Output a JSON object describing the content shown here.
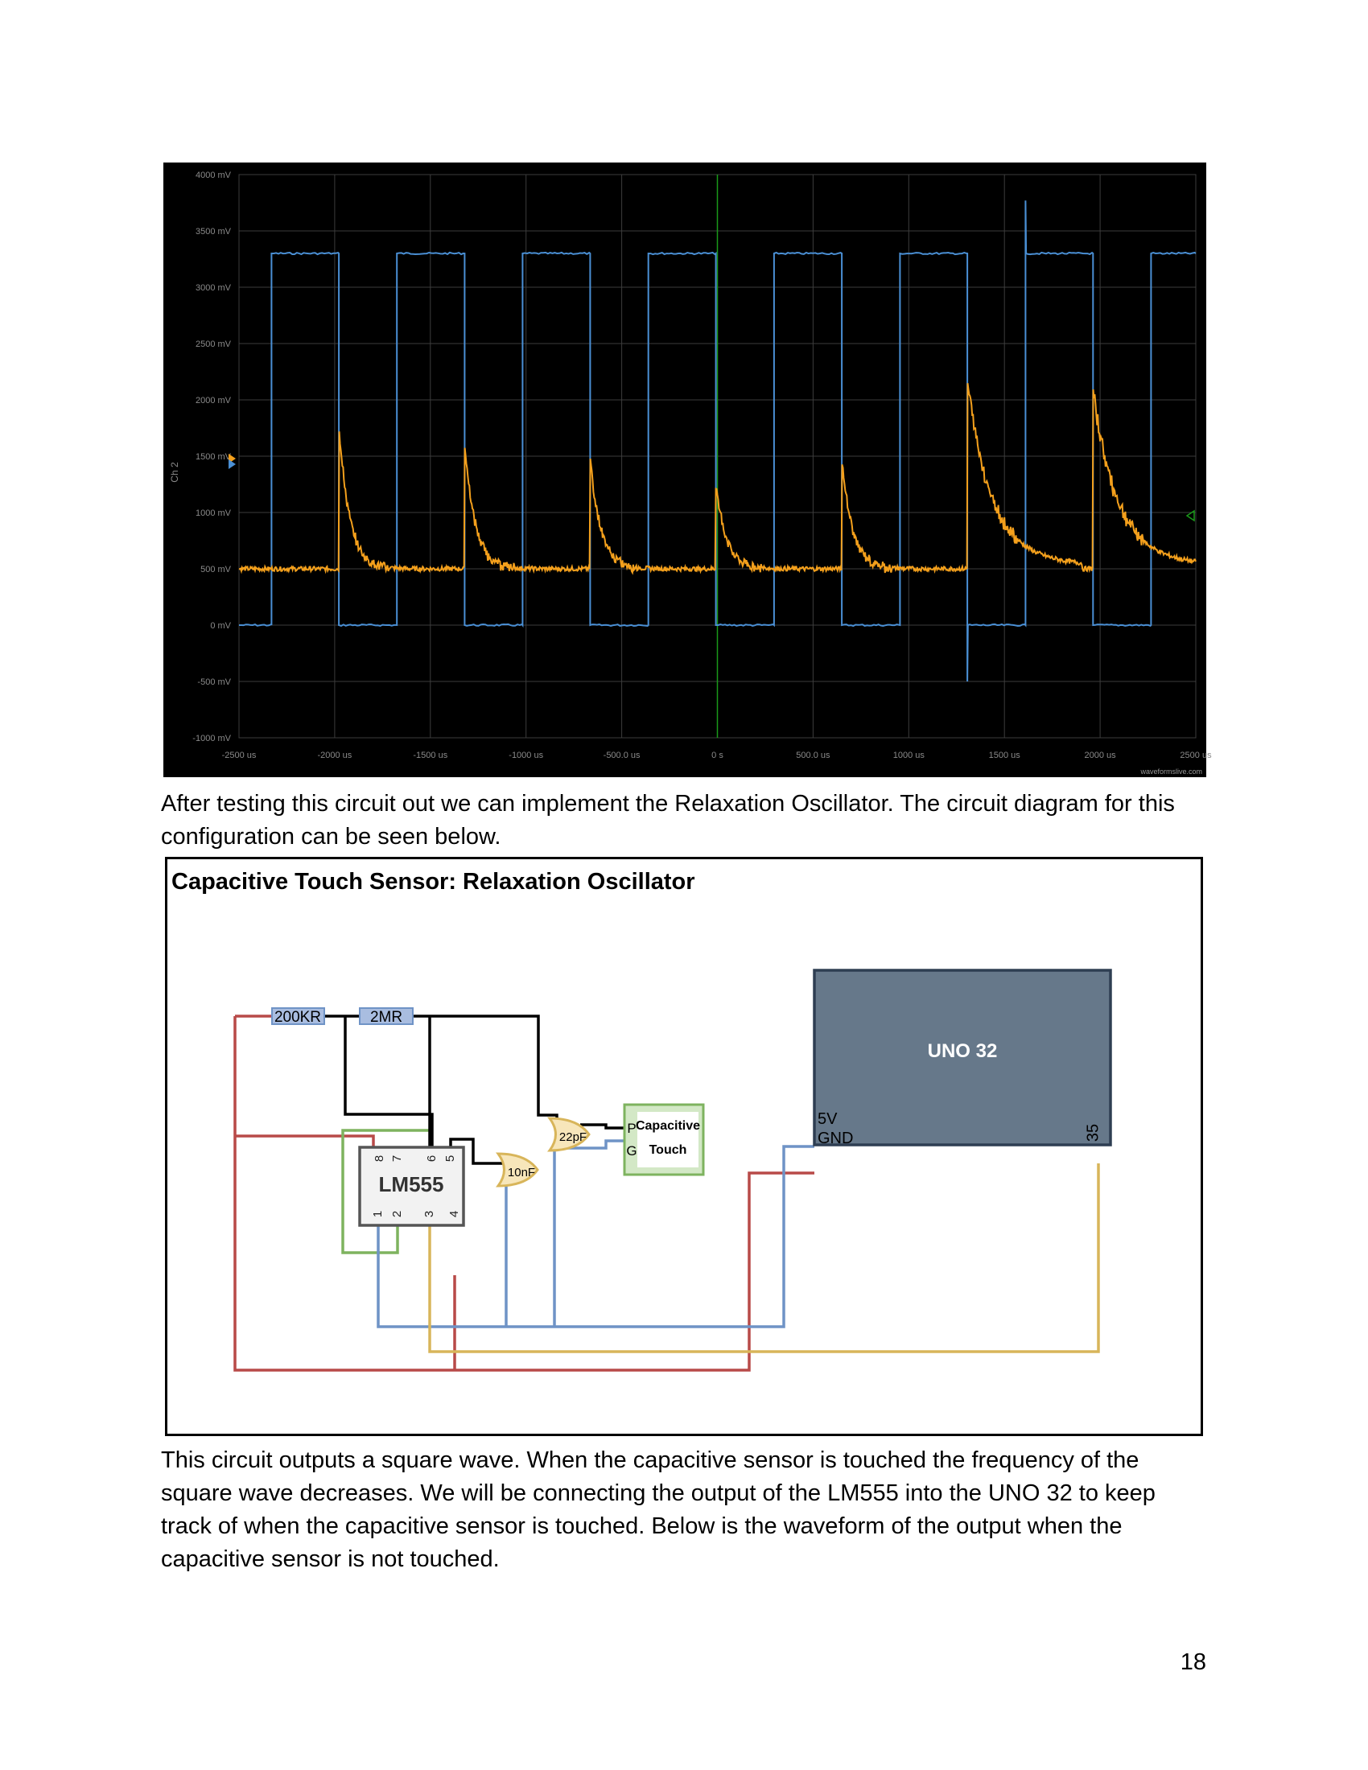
{
  "oscilloscope": {
    "y_ticks": [
      "4000 mV",
      "3500 mV",
      "3000 mV",
      "2500 mV",
      "2000 mV",
      "1500 mV",
      "1000 mV",
      "500 mV",
      "0 mV",
      "-500 mV",
      "-1000 mV"
    ],
    "x_ticks": [
      "-2500 us",
      "-2000 us",
      "-1500 us",
      "-1000 us",
      "-500.0 us",
      "0 s",
      "500.0 us",
      "1000 us",
      "1500 us",
      "2000 us",
      "2500 us"
    ],
    "channel_label": "Ch 2",
    "watermark": "waveformslive.com",
    "colors": {
      "blue": "#4a8fd4",
      "orange": "#f4a01c",
      "grid": "#3d3d3d",
      "trigger": "#1a9a1a"
    }
  },
  "chart_data": {
    "type": "line",
    "x_unit": "us",
    "y_unit": "mV",
    "xlim": [
      -2500,
      2500
    ],
    "ylim": [
      -1000,
      4000
    ],
    "series": [
      {
        "color": "#4a8fd4",
        "low": 0,
        "high": 3300,
        "period_us": 656,
        "rise_times_us": [
          -2330,
          -1675,
          -1018,
          -361,
          296,
          954,
          1610,
          2266
        ],
        "fall_times_us": [
          -1978,
          -1321,
          -665,
          -8,
          650,
          1306,
          1963
        ]
      },
      {
        "color": "#f4a01c",
        "baseline": 500,
        "spike_times_us": [
          -1978,
          -1321,
          -665,
          -8,
          650,
          1306,
          1963
        ],
        "spike_peaks": [
          1780,
          1620,
          1490,
          1250,
          1490,
          1990,
          1900
        ]
      }
    ]
  },
  "text": {
    "p1": "After testing this circuit out we can implement the Relaxation Oscillator. The circuit diagram for this configuration can be seen below.",
    "p2": "This circuit outputs a square wave. When the capacitive sensor is touched the frequency of the square wave decreases. We will be connecting the output of the LM555 into the UNO 32 to keep track of when the capacitive sensor is touched. Below is the waveform of the output when the capacitive sensor is not touched.",
    "page_number": "18"
  },
  "diagram": {
    "title": "Capacitive Touch Sensor: Relaxation Oscillator",
    "r1": "200KR",
    "r2": "2MR",
    "c1": "22pF",
    "c2": "10nF",
    "ic": "LM555",
    "pins_top": [
      "8",
      "7",
      "6",
      "5"
    ],
    "pins_bottom": [
      "1",
      "2",
      "3",
      "4"
    ],
    "sensor_label_1": "Capacitive",
    "sensor_label_2": "Touch",
    "sensor_pin_p": "P",
    "sensor_pin_g": "G",
    "board": "UNO 32",
    "board_5v": "5V",
    "board_gnd": "GND",
    "board_pin": "35",
    "colors": {
      "red": "#b84a48",
      "green": "#7eb35f",
      "blue": "#6f93c6",
      "yellow": "#d8b55a",
      "black": "#000000",
      "board": "#66788a"
    }
  }
}
